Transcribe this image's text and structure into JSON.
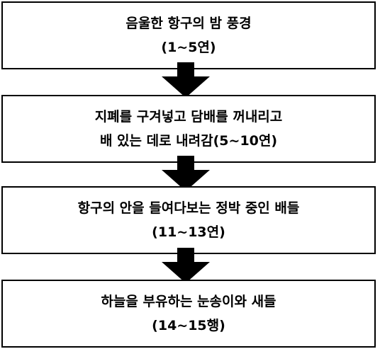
{
  "flow": {
    "steps": [
      {
        "line1": "음울한 항구의 밤 풍경",
        "line2": "(1~5연)"
      },
      {
        "line1": "지폐를 구겨넣고 담배를 꺼내리고",
        "line2": "배 있는 데로 내려감(5~10연)"
      },
      {
        "line1": "항구의 안을 들여다보는 정박 중인 배들",
        "line2": "(11~13연)"
      },
      {
        "line1": "하늘을 부유하는 눈송이와 새들",
        "line2": "(14~15행)"
      }
    ]
  },
  "colors": {
    "border": "#000000",
    "arrow": "#000000",
    "background": "#ffffff"
  }
}
